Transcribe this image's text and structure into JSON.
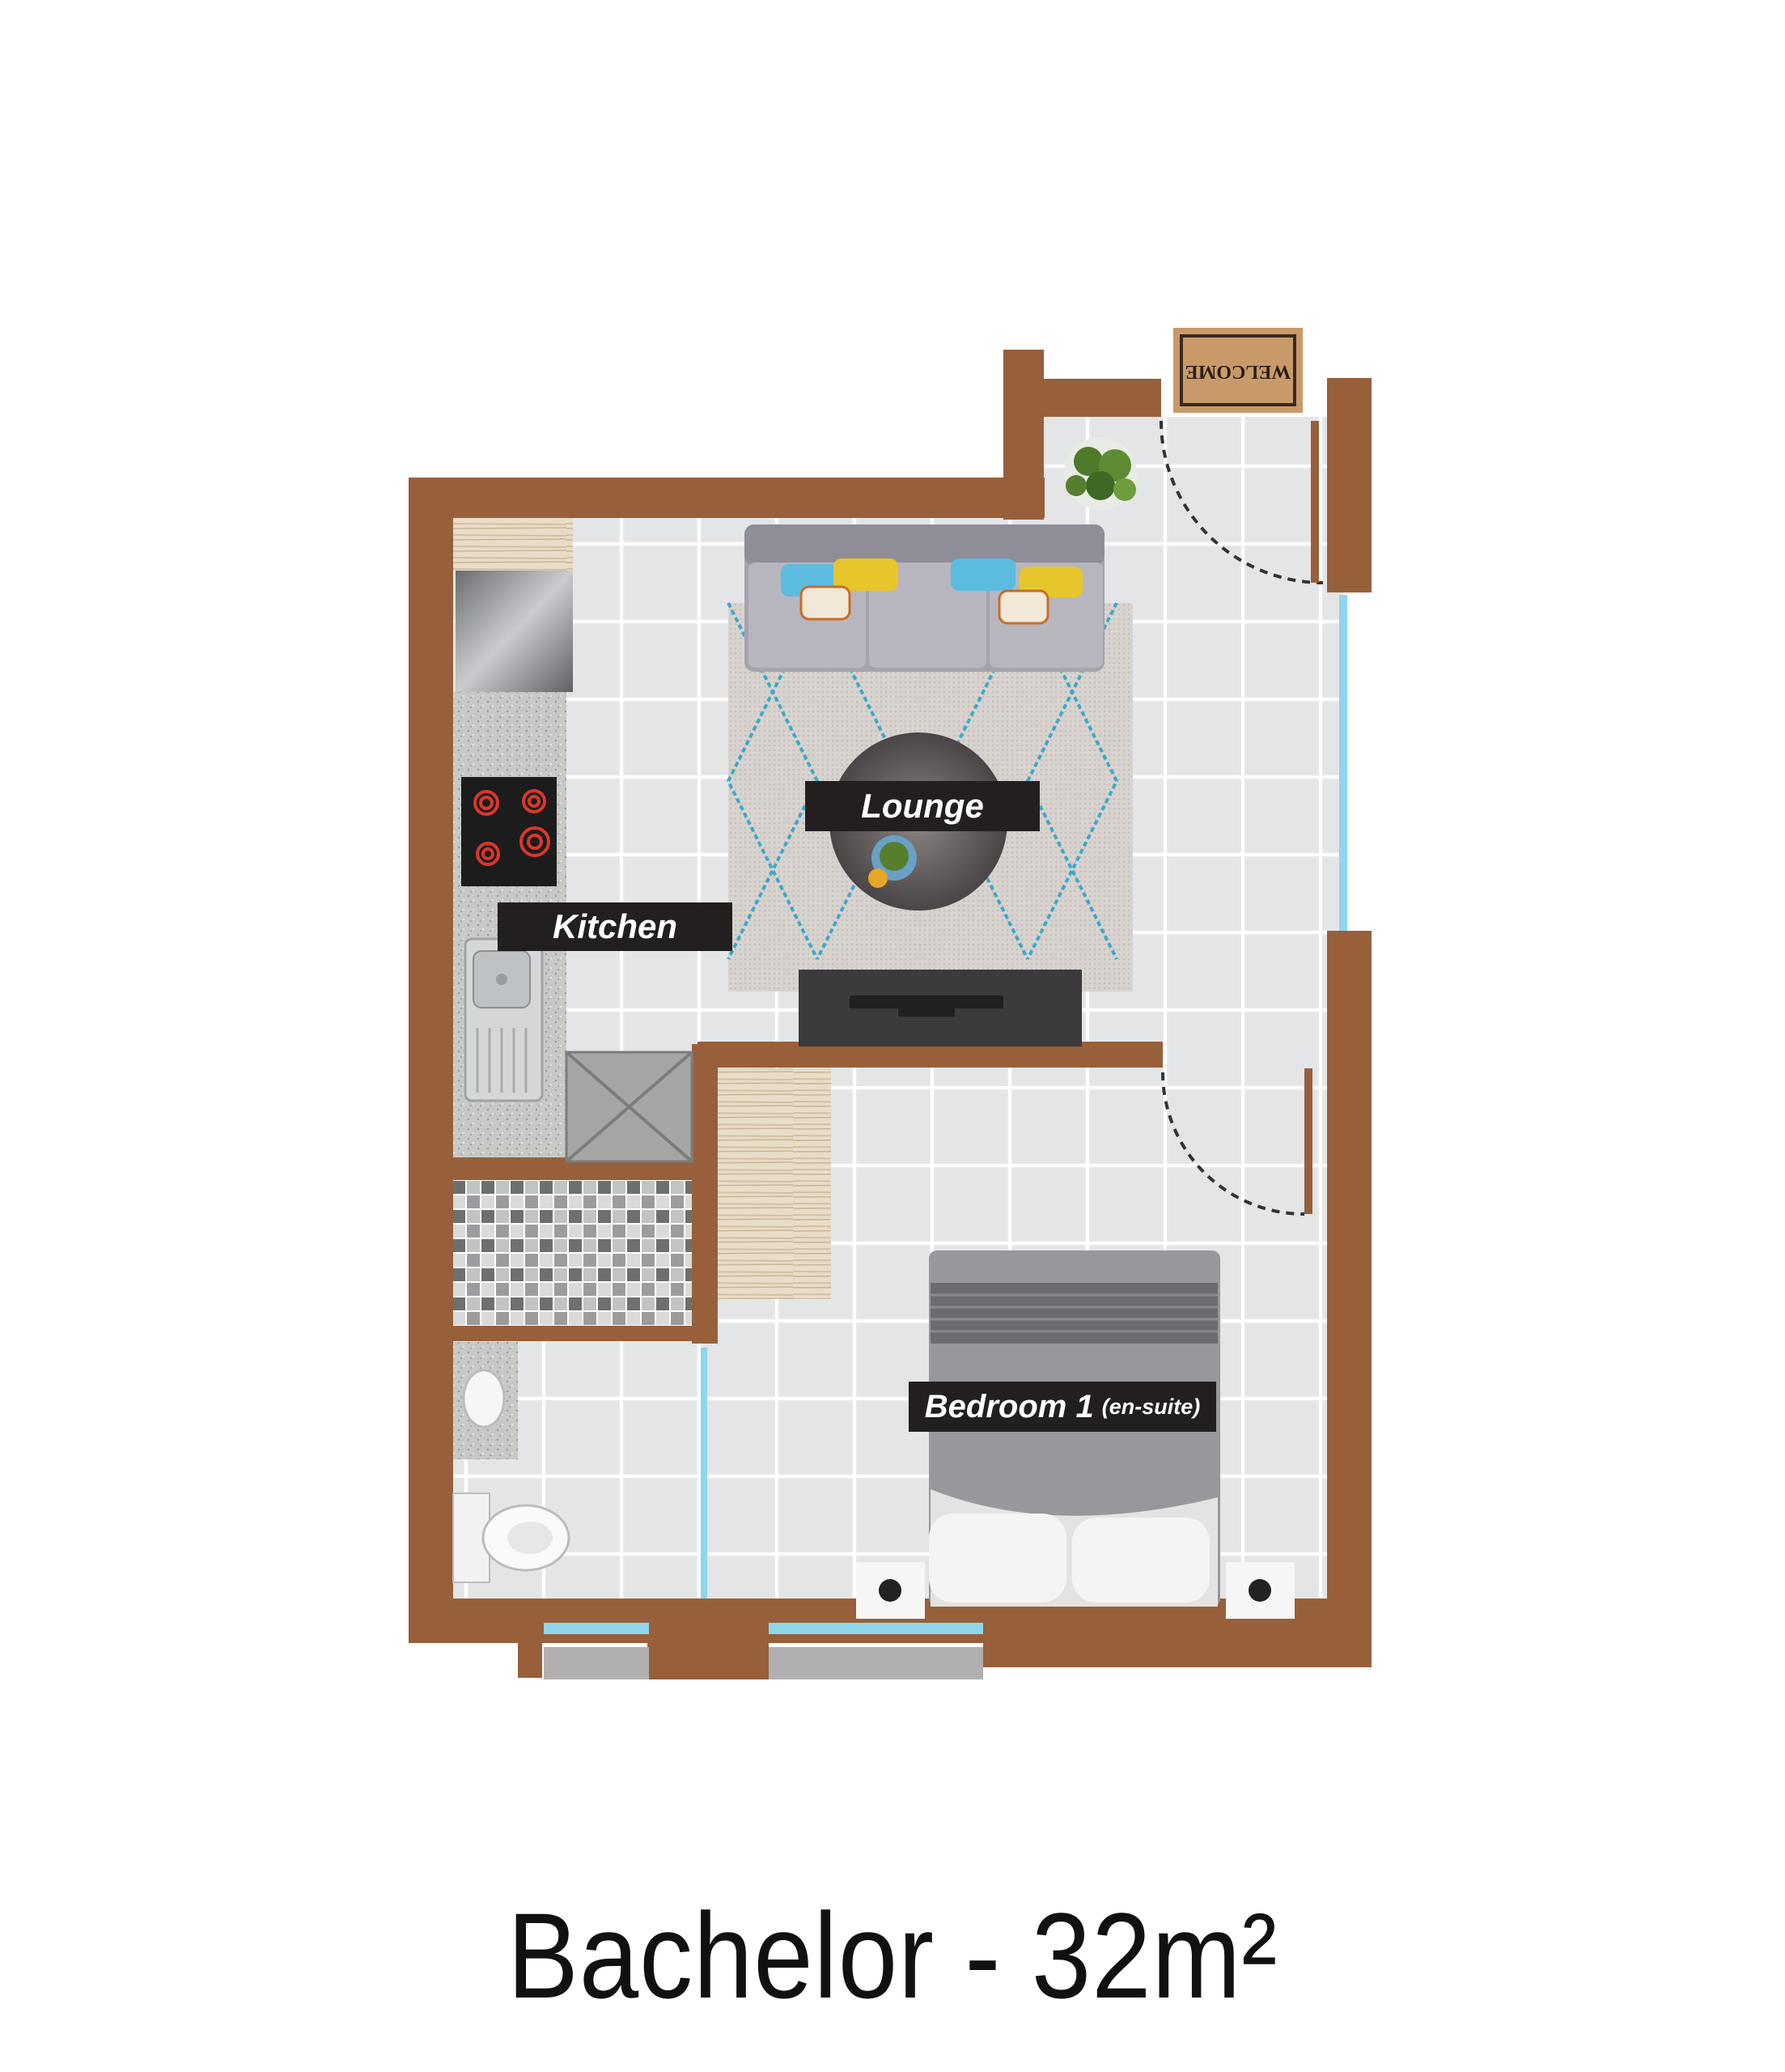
{
  "rooms": {
    "lounge": "Lounge",
    "kitchen": "Kitchen",
    "bedroom": "Bedroom 1",
    "bedroom_note": "(en-suite)"
  },
  "doormat_text": "WELCOME",
  "title": "Bachelor - 32m²",
  "colors": {
    "wall": "#97603a",
    "floor_tile": "#e5e7e9",
    "window_glass": "#8fd6ec",
    "label_bg": "#231f20"
  }
}
